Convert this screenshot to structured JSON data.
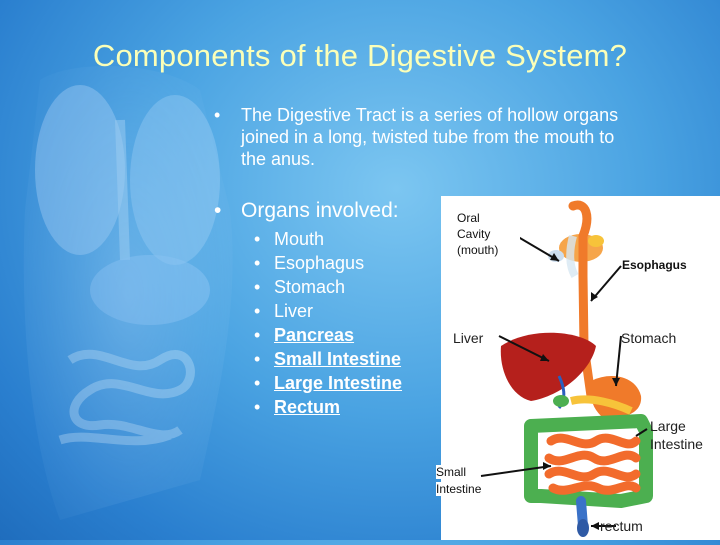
{
  "slide": {
    "title": "Components of the Digestive System?",
    "bullet_1": "The Digestive Tract is a series of hollow organs joined in a long, twisted tube from the mouth to the anus.",
    "bullet_2": "Organs involved:",
    "organs": [
      {
        "label": "Mouth",
        "linked": false
      },
      {
        "label": "Esophagus",
        "linked": false
      },
      {
        "label": "Stomach",
        "linked": false
      },
      {
        "label": "Liver",
        "linked": false
      },
      {
        "label": "Pancreas",
        "linked": true
      },
      {
        "label": "Small Intestine",
        "linked": true
      },
      {
        "label": "Large Intestine",
        "linked": true
      },
      {
        "label": "Rectum",
        "linked": true
      }
    ],
    "bullet_char": "•"
  },
  "diagram": {
    "oral_cavity_line1": "Oral",
    "oral_cavity_line2": "Cavity",
    "oral_cavity_line3": "(mouth)",
    "esophagus": "Esophagus",
    "liver": "Liver",
    "stomach": "Stomach",
    "large_intestine_line1": "Large",
    "large_intestine_line2": "Intestine",
    "small_intestine_line1": "Small",
    "small_intestine_line2": "Intestine",
    "rectum": "rectum"
  },
  "colors": {
    "title": "#fbffb8",
    "background": "#4aa3e2",
    "esophagus": "#f07a2a",
    "liver": "#b5201c",
    "stomach": "#f07a2a",
    "large_intestine": "#4caf50",
    "small_intestine": "#f26b2c"
  }
}
